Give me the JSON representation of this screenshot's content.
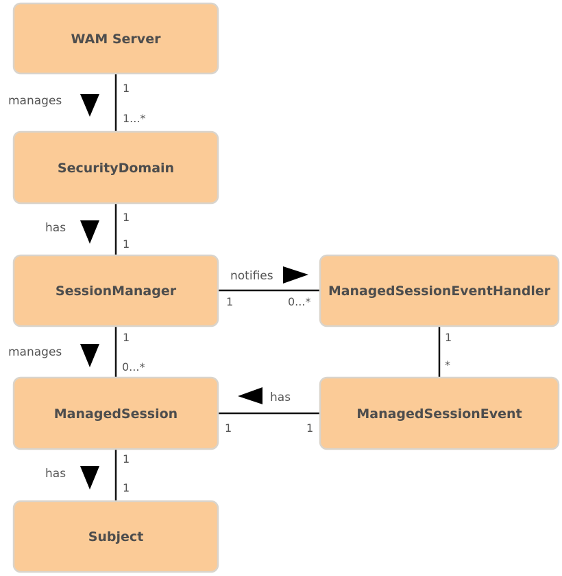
{
  "classes": {
    "wam_server": "WAM Server",
    "security_domain": "SecurityDomain",
    "session_manager": "SessionManager",
    "managed_session": "ManagedSession",
    "subject": "Subject",
    "event_handler": "ManagedSessionEventHandler",
    "session_event": "ManagedSessionEvent"
  },
  "associations": {
    "server_domain": {
      "label": "manages",
      "end_top": "1",
      "end_bottom": "1...*",
      "direction": "down"
    },
    "domain_manager": {
      "label": "has",
      "end_top": "1",
      "end_bottom": "1",
      "direction": "down"
    },
    "manager_handler": {
      "label": "notifies",
      "end_left": "1",
      "end_right": "0...*",
      "direction": "right"
    },
    "manager_session": {
      "label": "manages",
      "end_top": "1",
      "end_bottom": "0...*",
      "direction": "down"
    },
    "handler_event": {
      "end_top": "1",
      "end_bottom": "*"
    },
    "event_session": {
      "label": "has",
      "end_left": "1",
      "end_right": "1",
      "direction": "left"
    },
    "session_subject": {
      "label": "has",
      "end_top": "1",
      "end_bottom": "1",
      "direction": "down"
    }
  },
  "colors": {
    "box_fill": "#fbcb97",
    "box_border": "#d9d4cc",
    "line": "#111111",
    "text": "#4d4d4d"
  }
}
